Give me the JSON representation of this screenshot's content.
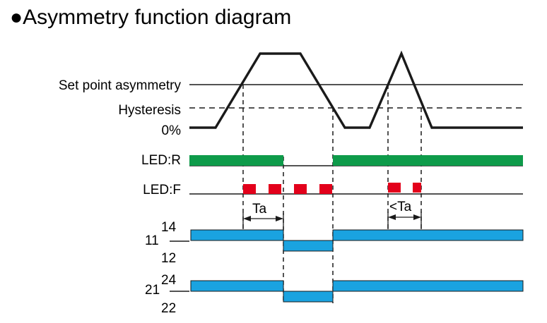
{
  "title": "●Asymmetry function diagram",
  "labels": {
    "set_point": "Set point asymmetry",
    "hysteresis": "Hysteresis",
    "zero": "0%",
    "led_r": "LED:R",
    "led_f": "LED:F",
    "ta": "Ta",
    "lt_ta": "<Ta"
  },
  "relays": [
    {
      "common": "11",
      "no": "14",
      "nc": "12"
    },
    {
      "common": "21",
      "no": "24",
      "nc": "22"
    }
  ],
  "colors": {
    "line": "#1a1a1a",
    "led_r": "#0e9b4a",
    "led_f": "#e3001b",
    "relay": "#1aa3e0"
  }
}
